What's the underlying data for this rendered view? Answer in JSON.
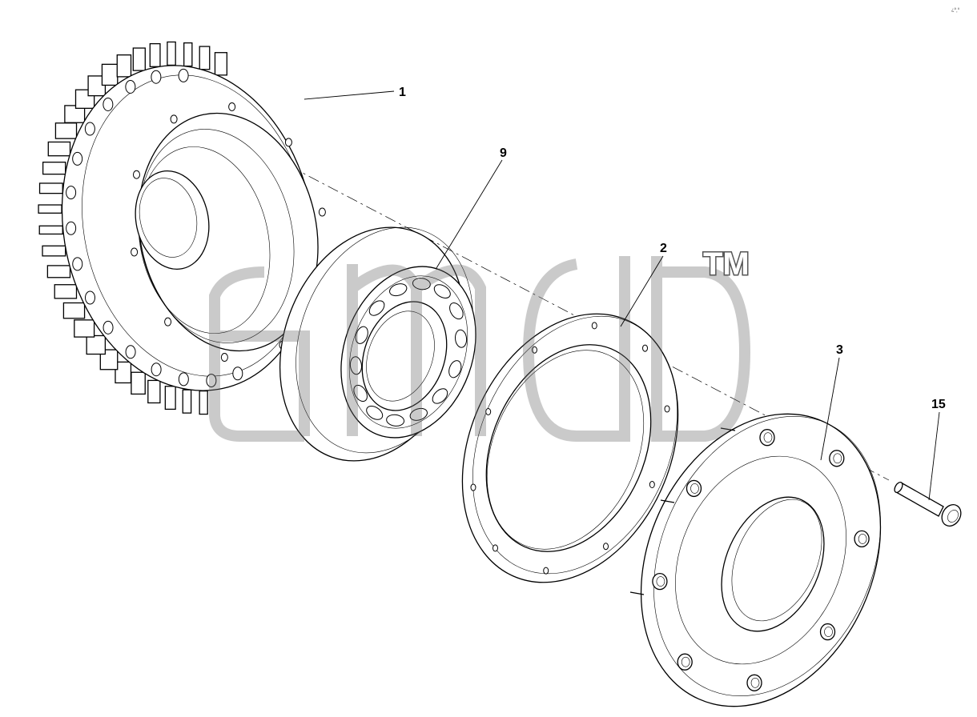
{
  "corner_code": "¿ª¸º",
  "watermark": {
    "brand": "amdb",
    "trademark": "TM"
  },
  "callouts": [
    {
      "id": "1",
      "label": "1"
    },
    {
      "id": "9",
      "label": "9"
    },
    {
      "id": "2",
      "label": "2"
    },
    {
      "id": "3",
      "label": "3"
    },
    {
      "id": "15",
      "label": "15"
    }
  ]
}
